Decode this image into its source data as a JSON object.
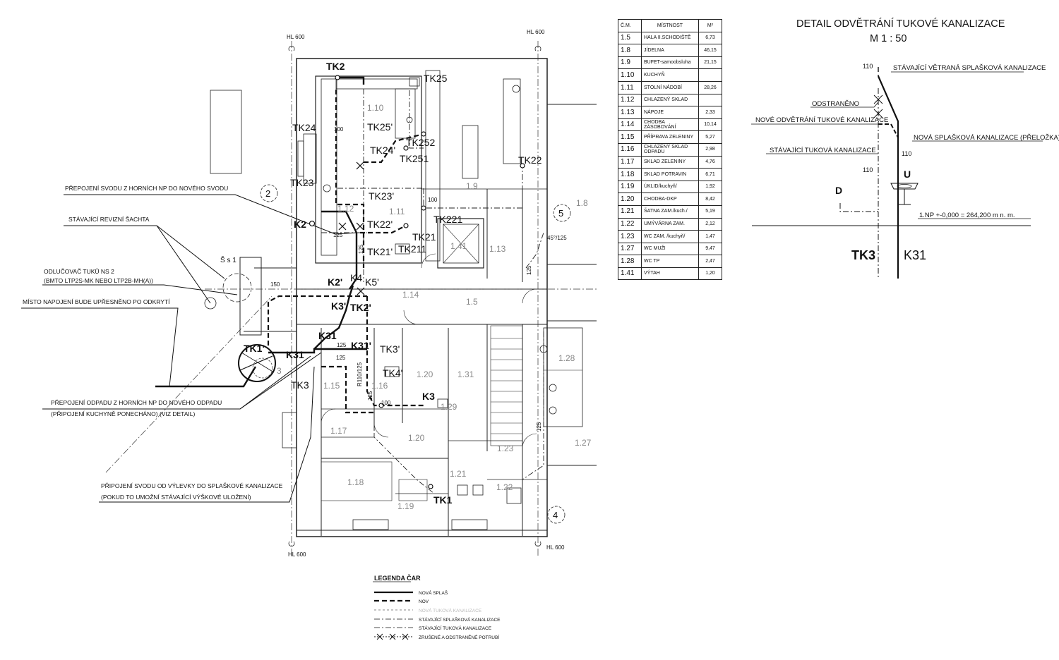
{
  "detail": {
    "title": "DETAIL ODVĚTRÁNÍ TUKOVÉ KANALIZACE",
    "scale": "M 1 : 50",
    "labels": {
      "existing_vent": "STÁVAJÍCÍ VĚTRANÁ SPLAŠKOVÁ KANALIZACE",
      "removed": "ODSTRANĚNO",
      "new_vent": "NOVÉ ODVĚTRÁNÍ TUKOVÉ KANALIZACE",
      "new_sewer": "NOVÁ SPLAŠKOVÁ KANALIZACE (PŘELOŽKA)",
      "existing_grease": "STÁVAJÍCÍ TUKOVÁ KANALIZACE",
      "floor_level": "1.NP +-0,000 = 264,200 m n. m.",
      "dn110_a": "110",
      "dn110_b": "110",
      "dn110_c": "110",
      "d": "D",
      "u": "U",
      "tk3": "TK3",
      "k31": "K31"
    }
  },
  "room_table": {
    "headers": [
      "Č.M.",
      "MÍSTNOST",
      "M²"
    ],
    "rows": [
      [
        "1.5",
        "HALA II.SCHODIŠTĚ",
        "6,73"
      ],
      [
        "1.8",
        "JÍDELNA",
        "46,15"
      ],
      [
        "1.9",
        "BUFET-samoobsluha",
        "21,15"
      ],
      [
        "1.10",
        "KUCHYŇ",
        ""
      ],
      [
        "1.11",
        "STOLNÍ NÁDOBÍ",
        "28,26"
      ],
      [
        "1.12",
        "CHLAZENÝ SKLAD",
        ""
      ],
      [
        "1.13",
        "NÁPOJE",
        "2,33"
      ],
      [
        "1.14",
        "CHODBA ZÁSOBOVÁNÍ",
        "10,14"
      ],
      [
        "1.15",
        "PŘÍPRAVA ZELENINY",
        "5,27"
      ],
      [
        "1.16",
        "CHLAZENÝ SKLAD ODPADU",
        "2,98"
      ],
      [
        "1.17",
        "SKLAD ZELENINY",
        "4,76"
      ],
      [
        "1.18",
        "SKLAD POTRAVIN",
        "6,71"
      ],
      [
        "1.19",
        "ÚKLID/kuchyň/",
        "1,92"
      ],
      [
        "1.20",
        "CHODBA-DKP",
        "8,42"
      ],
      [
        "1.21",
        "ŠATNA ZAM./kuch./",
        "5,19"
      ],
      [
        "1.22",
        "UMÝVÁRNA ZAM.",
        "2,12"
      ],
      [
        "1.23",
        "WC ZAM. /kuchyň/",
        "1,47"
      ],
      [
        "1.27",
        "WC MUŽI",
        "9,47"
      ],
      [
        "1.28",
        "WC TP",
        "2,47"
      ],
      [
        "1.41",
        "VÝTAH",
        "1,20"
      ]
    ]
  },
  "notes": {
    "n1": "PŘEPOJENÍ SVODU Z HORNÍCH NP DO NOVÉHO SVODU",
    "n2": "STÁVAJÍCÍ REVIZNÍ ŠACHTA",
    "n3a": "ODLUČOVAČ TUKŮ NS 2",
    "n3b": "(BMTO LTP2S-MK NEBO LTP2B-MH(A))",
    "n4": "MÍSTO NAPOJENÍ BUDE UPŘESNĚNO PO ODKRYTÍ",
    "n5a": "PŘEPOJENÍ ODPADU Z HORNÍCH NP DO NOVÉHO ODPADU",
    "n5b": "(PŘIPOJENÍ KUCHYNĚ PONECHÁNO) (VIZ DETAIL)",
    "n6a": "PŘIPOJENÍ SVODU OD VÝLEVKY DO SPLAŠKOVÉ KANALIZACE",
    "n6b": "(POKUD TO UMOŽNÍ STÁVAJÍCÍ VÝŠKOVÉ ULOŽENÍ)"
  },
  "grid": {
    "hl_tl": "HL 600",
    "hl_tr": "HL 600",
    "hl_bl": "HL 600",
    "hl_br": "HL 600",
    "axis_2": "2",
    "axis_5": "5",
    "axis_4": "4",
    "shaft": "Š s 1"
  },
  "plan": {
    "rooms": {
      "r110": "1.10",
      "r19": "1.9",
      "r112": "1.12",
      "r111": "1.11",
      "r141": "1.41",
      "r113": "1.13",
      "r18": "1.8",
      "r114": "1.14",
      "r15": "1.5",
      "r120a": "1.20",
      "r131": "1.31",
      "r128": "1.28",
      "r115": "1.15",
      "r116": "1.16",
      "r117": "1.17",
      "r120b": "1.20",
      "r123": "1.23",
      "r127": "1.27",
      "r121": "1.21",
      "r118": "1.18",
      "r122": "1.22",
      "r119": "1.19",
      "r129": "1.29",
      "r3": "3"
    },
    "tags": {
      "tk2": "TK2",
      "tk25": "TK25",
      "tk24": "TK24",
      "tk25p": "TK25'",
      "tk252": "TK252",
      "tk24p": "TK24'",
      "tk251": "TK251",
      "tk22": "TK22",
      "tk23": "TK23",
      "tk23p": "TK23'",
      "tk221": "TK221",
      "k2": "K2",
      "tk22p": "TK22'",
      "tk21": "TK21",
      "tk21p": "TK21'",
      "tk211": "TK211",
      "k2p": "K2'",
      "k4": "K4",
      "k5p": "K5'",
      "k3p": "K3'",
      "tk2p": "TK2'",
      "k31": "K31",
      "tk1p": "TK1'",
      "k31b": "K31",
      "k31p": "K31'",
      "tk3p": "TK3'",
      "tk4p": "TK4'",
      "tk3": "TK3",
      "k3": "K3",
      "tk1": "TK1"
    },
    "dims": {
      "d100a": "100",
      "d100b": "100",
      "d100c": "100",
      "d125a": "125",
      "d125b": "125",
      "d125c": "125",
      "d125d": "125",
      "d125e": "125",
      "d125f": "125",
      "d150": "150",
      "d45": "45°/125",
      "r110": "R110/125",
      "d125v": "125",
      "d125w": "125"
    }
  },
  "legend": {
    "title": "LEGENDA ČAR",
    "items": [
      "NOVÁ SPLAŠ",
      "NOV",
      "NOVÁ TUKOVÁ KANALIZACE",
      "STÁVAJÍCÍ SPLAŠKOVÁ KANALIZACE",
      "STÁVAJÍCÍ TUKOVÁ KANALIZACE",
      "ZRUŠENÉ A ODSTRANĚNÉ POTRUBÍ"
    ]
  }
}
